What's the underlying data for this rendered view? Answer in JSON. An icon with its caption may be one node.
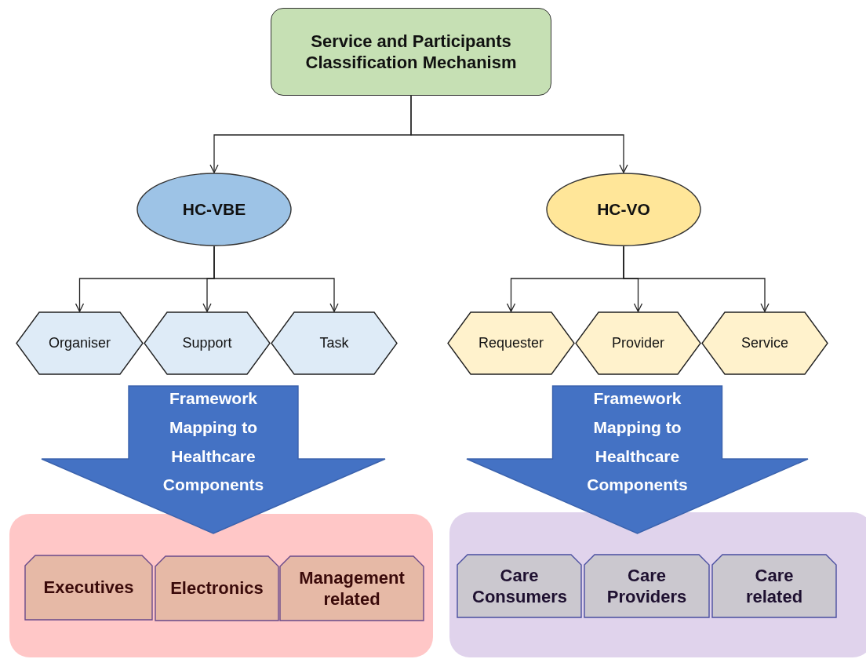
{
  "diagram": {
    "nodes": [
      {
        "text": [
          "Service and Participants Classification Mechanism"
        ]
      },
      {
        "text": [
          "HC-VBE"
        ]
      },
      {
        "text": [
          "HC-VO"
        ]
      },
      {
        "text": [
          "Organiser"
        ]
      },
      {
        "text": [
          "Support"
        ]
      },
      {
        "text": [
          "Task"
        ]
      },
      {
        "text": [
          "Requester"
        ]
      },
      {
        "text": [
          "Provider"
        ]
      },
      {
        "text": [
          "Service"
        ]
      },
      {
        "text": [
          "Framework Mapping to Healthcare Components"
        ]
      },
      {
        "text": [],
        "shape": "box"
      },
      {
        "text": [
          "Executives"
        ],
        "in": 10
      },
      {
        "text": [
          "Electronics"
        ],
        "in": 10
      },
      {
        "text": [
          "Management related"
        ],
        "in": 10
      },
      {
        "text": [
          "Framework Mapping to Healthcare Components"
        ]
      },
      {
        "text": [],
        "shape": "box"
      },
      {
        "text": [
          "Care Consumers"
        ],
        "in": 15
      },
      {
        "text": [
          "Care Providers"
        ],
        "in": 15
      },
      {
        "text": [
          "Care related"
        ],
        "in": 15
      }
    ],
    "edges": [
      {
        "from": 0,
        "to": 1,
        "arrow": "to"
      },
      {
        "from": 0,
        "to": 2,
        "arrow": "to"
      },
      {
        "from": 1,
        "to": 3,
        "arrow": "to"
      },
      {
        "from": 1,
        "to": 4,
        "arrow": "to"
      },
      {
        "from": 1,
        "to": 5,
        "arrow": "to"
      },
      {
        "from": 2,
        "to": 6,
        "arrow": "to"
      },
      {
        "from": 2,
        "to": 7,
        "arrow": "to"
      },
      {
        "from": 2,
        "to": 8,
        "arrow": "to"
      }
    ]
  }
}
